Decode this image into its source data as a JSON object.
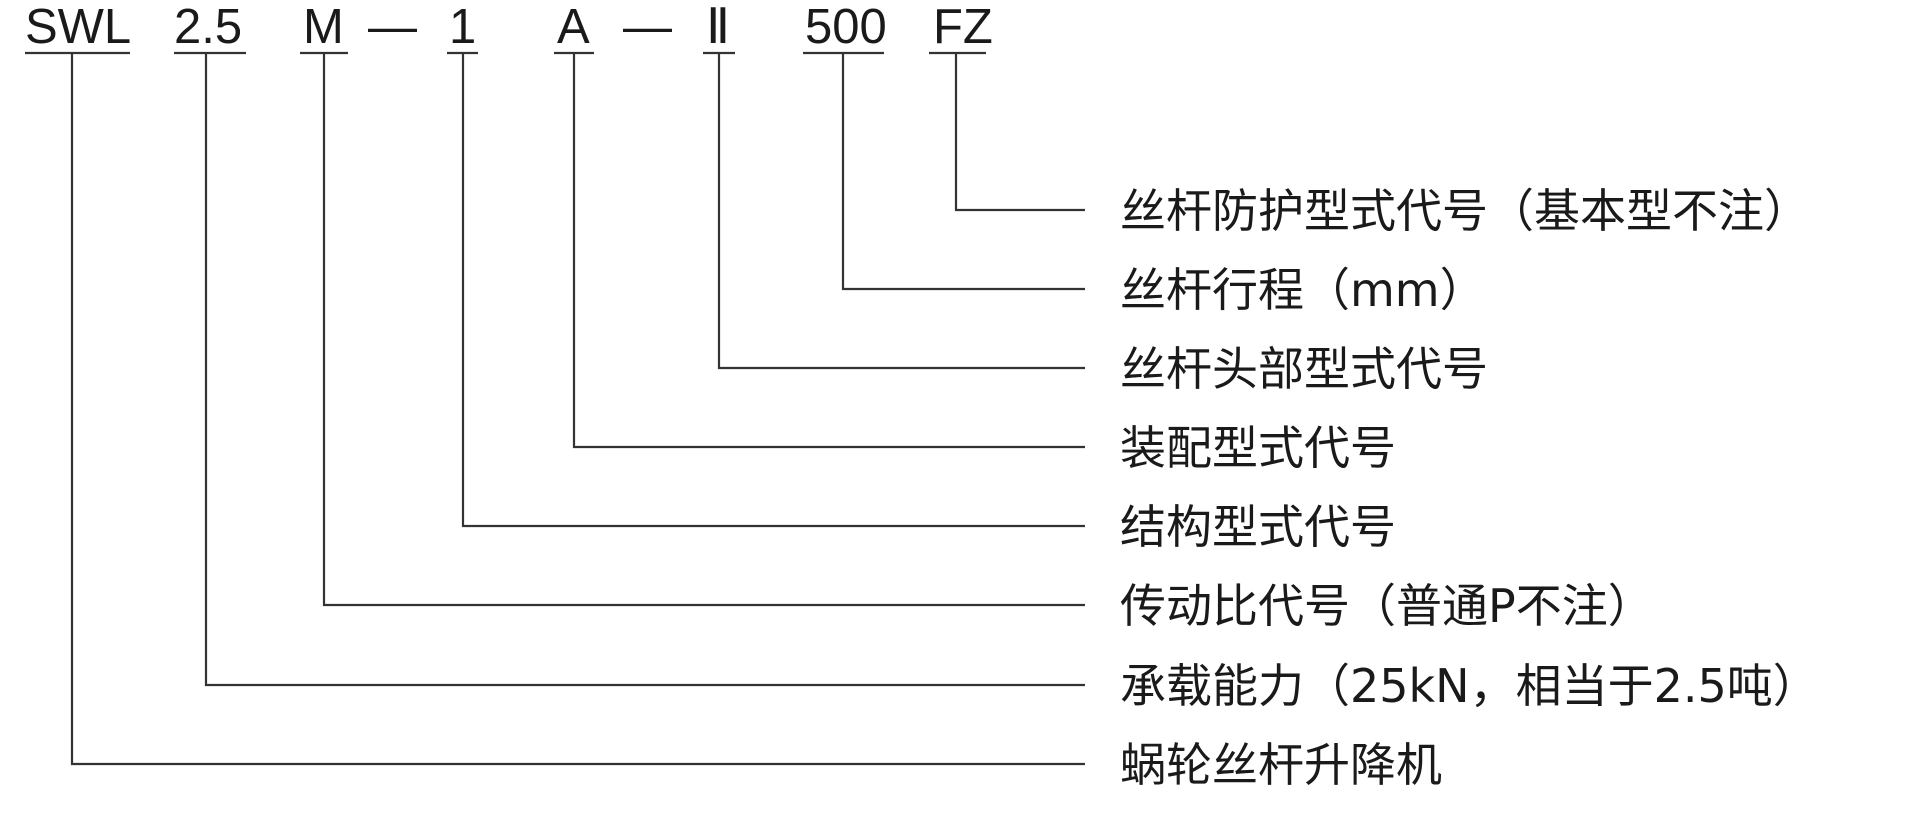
{
  "model_code": {
    "segments": [
      {
        "id": "swl",
        "text": "SWL"
      },
      {
        "id": "load",
        "text": "2.5"
      },
      {
        "id": "ratio",
        "text": "M"
      },
      {
        "id": "struct",
        "text": "1"
      },
      {
        "id": "assy",
        "text": "A"
      },
      {
        "id": "head",
        "text": "Ⅱ"
      },
      {
        "id": "stroke",
        "text": "500"
      },
      {
        "id": "prot",
        "text": "FZ"
      }
    ],
    "separator": "—"
  },
  "descriptions": [
    {
      "id": "prot",
      "text": "丝杆防护型式代号（基本型不注）"
    },
    {
      "id": "stroke",
      "text": "丝杆行程（mm）"
    },
    {
      "id": "head",
      "text": "丝杆头部型式代号"
    },
    {
      "id": "assy",
      "text": "装配型式代号"
    },
    {
      "id": "struct",
      "text": "结构型式代号"
    },
    {
      "id": "ratio",
      "text": "传动比代号（普通P不注）"
    },
    {
      "id": "load",
      "text": "承载能力（25kN，相当于2.5吨）"
    },
    {
      "id": "swl",
      "text": "蜗轮丝杆升降机"
    }
  ]
}
